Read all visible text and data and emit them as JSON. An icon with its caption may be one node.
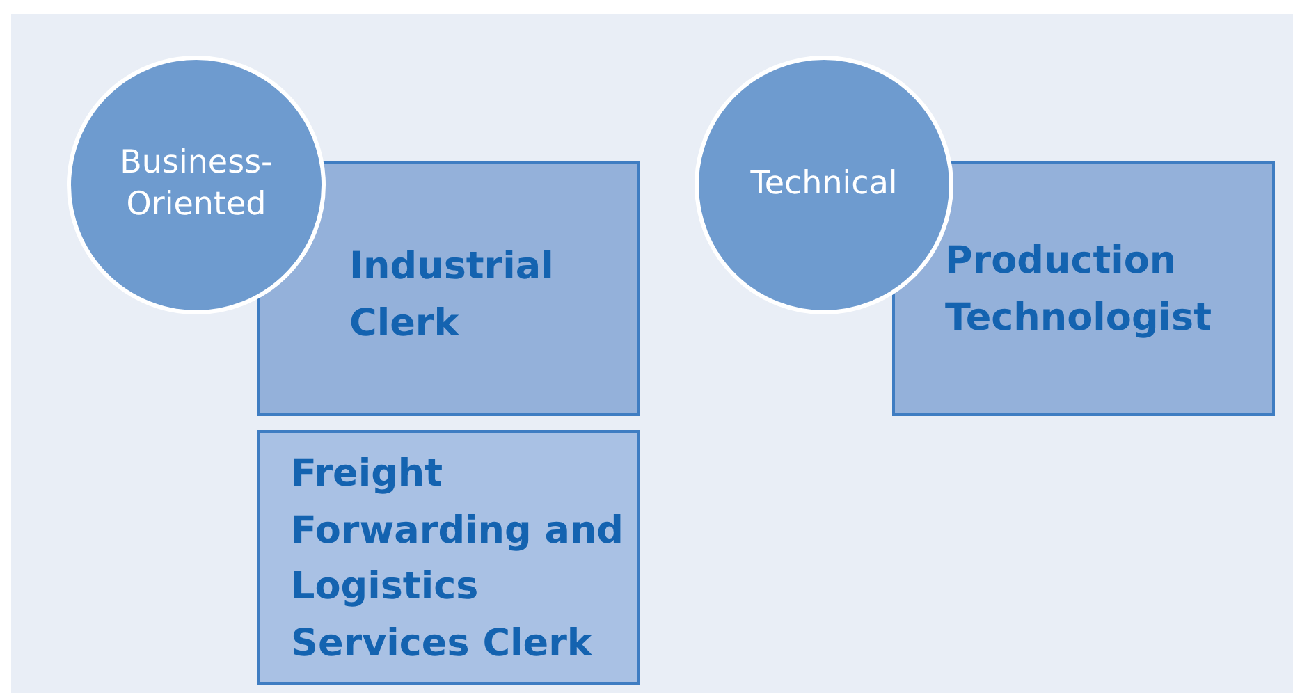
{
  "diagram": {
    "nodes": [
      {
        "text": [
          "Business-Oriented"
        ]
      },
      {
        "text": [
          "Industrial Clerk"
        ]
      },
      {
        "text": [
          "Freight Forwarding and Logistics Services Clerk"
        ]
      },
      {
        "text": [
          "Technical"
        ]
      },
      {
        "text": [
          "Production Technologist"
        ]
      }
    ]
  }
}
